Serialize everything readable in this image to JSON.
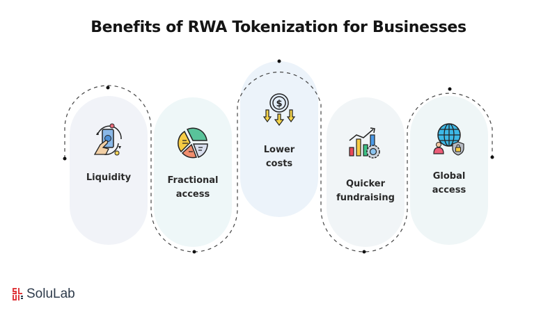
{
  "title": "Benefits of RWA Tokenization for Businesses",
  "benefits": [
    {
      "label_line1": "Liquidity",
      "label_line2": "",
      "icon": "money-rotation-icon",
      "fill": "#f1f3f8"
    },
    {
      "label_line1": "Fractional",
      "label_line2": "access",
      "icon": "pie-chart-icon",
      "fill": "#eef7f8"
    },
    {
      "label_line1": "Lower",
      "label_line2": "costs",
      "icon": "dollar-down-arrows-icon",
      "fill": "#ecf3fa"
    },
    {
      "label_line1": "Quicker",
      "label_line2": "fundraising",
      "icon": "growth-chart-gear-icon",
      "fill": "#f1f5f7"
    },
    {
      "label_line1": "Global",
      "label_line2": "access",
      "icon": "globe-security-icon",
      "fill": "#eff6f7"
    }
  ],
  "brand": {
    "name": "SoluLab",
    "color": "#e03a3e"
  }
}
